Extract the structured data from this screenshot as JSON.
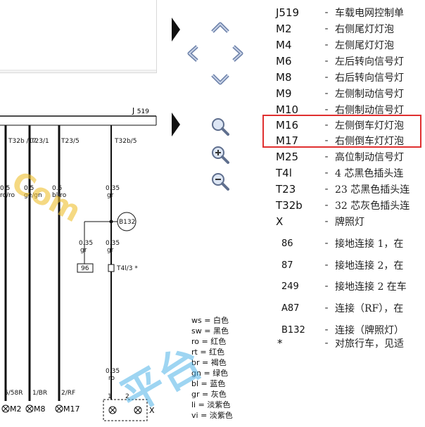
{
  "legend": [
    {
      "code": "J519",
      "desc": "车载电网控制单"
    },
    {
      "code": "M2",
      "desc": "右侧尾灯灯泡"
    },
    {
      "code": "M4",
      "desc": "左侧尾灯灯泡"
    },
    {
      "code": "M6",
      "desc": "左后转向信号灯"
    },
    {
      "code": "M8",
      "desc": "右后转向信号灯"
    },
    {
      "code": "M9",
      "desc": "左侧制动信号灯"
    },
    {
      "code": "M10",
      "desc": "右侧制动信号灯"
    },
    {
      "code": "M16",
      "desc": "左侧倒车灯灯泡"
    },
    {
      "code": "M17",
      "desc": "右侧倒车灯灯泡"
    },
    {
      "code": "M25",
      "desc": "高位制动信号灯"
    },
    {
      "code": "T4l",
      "desc": "4 芯黑色插头连"
    },
    {
      "code": "T23",
      "desc": "23 芯黑色插头连"
    },
    {
      "code": "T32b",
      "desc": "32 芯灰色插头连"
    },
    {
      "code": "X",
      "desc": "牌照灯"
    },
    {
      "code": "86",
      "desc": "接地连接 1，在"
    },
    {
      "code": "87",
      "desc": "接地连接 2，在"
    },
    {
      "code": "249",
      "desc": "接地连接 2 在车"
    },
    {
      "code": "A87",
      "desc": "连接（RF），在"
    },
    {
      "code": "B132",
      "desc": "连接（牌照灯）"
    },
    {
      "code": "*",
      "desc": "对旅行车，见适"
    }
  ],
  "diagram": {
    "module": "J",
    "module_num": "519",
    "pins": [
      "T32b\n/17",
      "T23/1",
      "T23/5",
      "T32b/5"
    ],
    "wires": [
      {
        "size": "0.5",
        "color": "ro/ro"
      },
      {
        "size": "0.5",
        "color": "ge/gn"
      },
      {
        "size": "0.5",
        "color": "bl/ro"
      },
      {
        "size": "0.35",
        "color": "gr"
      }
    ],
    "node": "B132",
    "branch_size": "0.35",
    "branch_color": "gr",
    "branch_size2": "0.35",
    "branch_color2": "gr",
    "ground_box": "96",
    "connector": "T4l/3 *",
    "bottom_size": "0.35",
    "bottom_color": "ro",
    "bottom_pins": [
      "6/58R",
      "1/BR",
      "2/RF"
    ],
    "bulbs": [
      "M2",
      "M8",
      "M17"
    ],
    "lamp": "X",
    "lamp_pin1": "1",
    "lamp_pin2": "2",
    "color_key": [
      {
        "abbr": "ws",
        "name": "白色"
      },
      {
        "abbr": "sw",
        "name": "黑色"
      },
      {
        "abbr": "ro",
        "name": "红色"
      },
      {
        "abbr": "rt",
        "name": "红色"
      },
      {
        "abbr": "br",
        "name": "褐色"
      },
      {
        "abbr": "gn",
        "name": "绿色"
      },
      {
        "abbr": "bl",
        "name": "蓝色"
      },
      {
        "abbr": "gr",
        "name": "灰色"
      },
      {
        "abbr": "li",
        "name": "淡紫色"
      },
      {
        "abbr": "vi",
        "name": "淡紫色"
      }
    ],
    "watermark": "Com",
    "watermark2": "平台"
  },
  "nav_icons": [
    "pan-up-icon",
    "pan-left-icon",
    "pan-right-icon",
    "pan-down-icon",
    "zoom-fit-icon",
    "zoom-in-icon",
    "zoom-out-icon"
  ]
}
